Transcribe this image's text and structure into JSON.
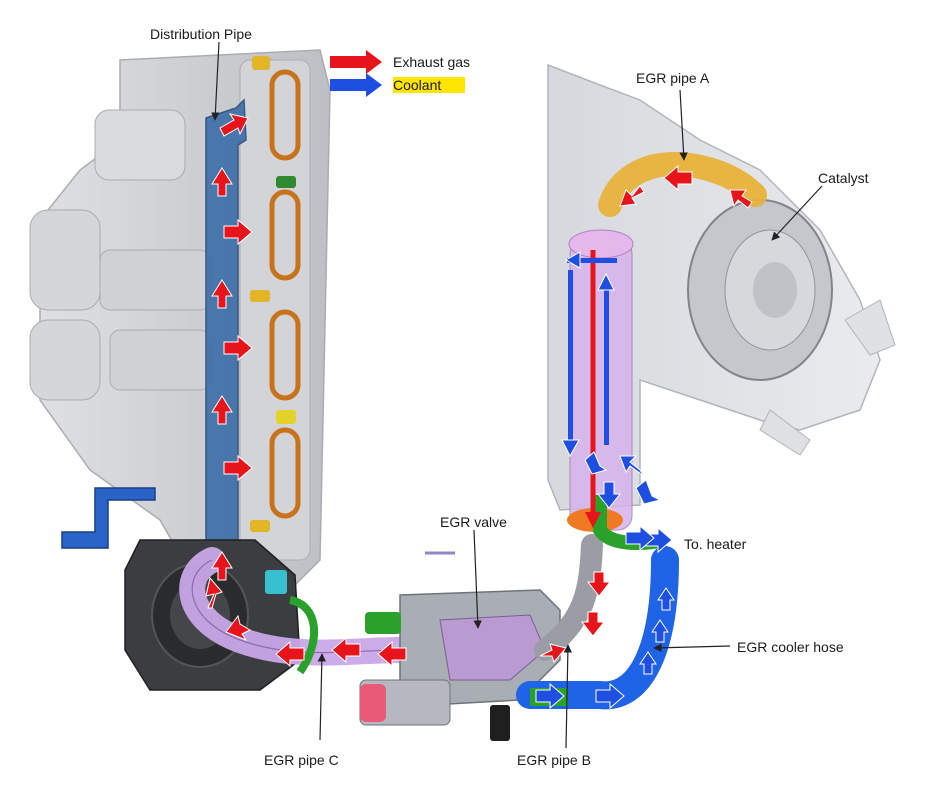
{
  "legend": {
    "items": [
      {
        "label": "Exhaust gas",
        "color": "#e8141b"
      },
      {
        "label": "Coolant",
        "color": "#1e4fe0",
        "highlight": "#ffe500"
      }
    ]
  },
  "labels": {
    "distribution_pipe": "Distribution Pipe",
    "egr_pipe_a": "EGR pipe A",
    "catalyst": "Catalyst",
    "egr_valve": "EGR valve",
    "to_heater": "To. heater",
    "egr_cooler_hose": "EGR cooler hose",
    "egr_pipe_c": "EGR pipe C",
    "egr_pipe_b": "EGR pipe B"
  },
  "colors": {
    "exhaust": "#e8141b",
    "coolant": "#1e4fe0",
    "distribution_pipe": "#3f6fa8",
    "egr_pipe_c": "#c9a6e8",
    "egr_pipe_a": "#e8b23a",
    "cooler_hose": "#1f63e6",
    "heater_hose": "#2aa12a",
    "engine_block": "#b9bcc0"
  }
}
